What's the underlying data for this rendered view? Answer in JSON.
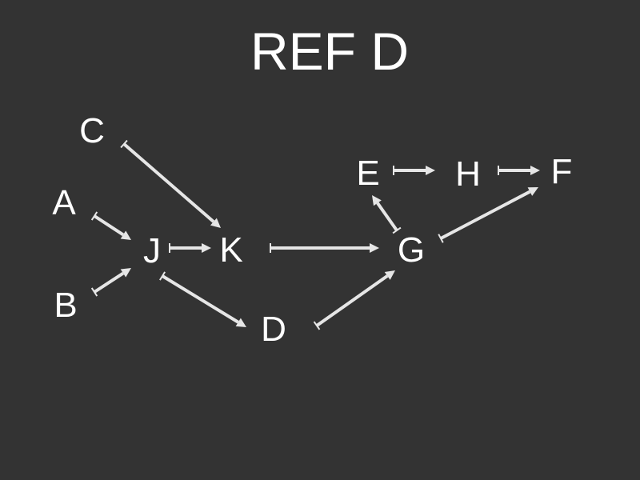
{
  "title": "REF D",
  "colors": {
    "background": "#333333",
    "text": "#ffffff",
    "edge": "#e6e6e6"
  },
  "nodes": [
    {
      "id": "C",
      "label": "C"
    },
    {
      "id": "A",
      "label": "A"
    },
    {
      "id": "B",
      "label": "B"
    },
    {
      "id": "J",
      "label": "J"
    },
    {
      "id": "K",
      "label": "K"
    },
    {
      "id": "D",
      "label": "D"
    },
    {
      "id": "G",
      "label": "G"
    },
    {
      "id": "E",
      "label": "E"
    },
    {
      "id": "H",
      "label": "H"
    },
    {
      "id": "F",
      "label": "F"
    }
  ],
  "edges": [
    {
      "from": "A",
      "to": "J"
    },
    {
      "from": "B",
      "to": "J"
    },
    {
      "from": "C",
      "to": "K"
    },
    {
      "from": "J",
      "to": "K"
    },
    {
      "from": "J",
      "to": "D"
    },
    {
      "from": "K",
      "to": "G"
    },
    {
      "from": "D",
      "to": "G"
    },
    {
      "from": "G",
      "to": "E"
    },
    {
      "from": "G",
      "to": "F"
    },
    {
      "from": "E",
      "to": "H"
    },
    {
      "from": "H",
      "to": "F"
    }
  ]
}
